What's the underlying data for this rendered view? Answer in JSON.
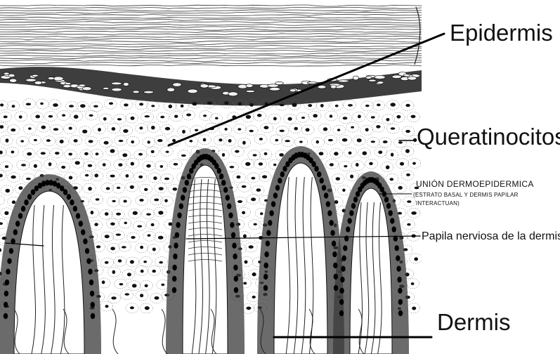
{
  "labels": {
    "epidermis": "Epidermis",
    "queratinocitos": "Queratinocitos",
    "union_title": "UNIÓN DERMOEPIDERMICA",
    "union_line1": "(ESTRATO BASAL Y DERMIS PAPILAR",
    "union_line2": "INTERACTUAN)",
    "papila": "Papila nerviosa de la dermis",
    "dermis": "Dermis"
  }
}
